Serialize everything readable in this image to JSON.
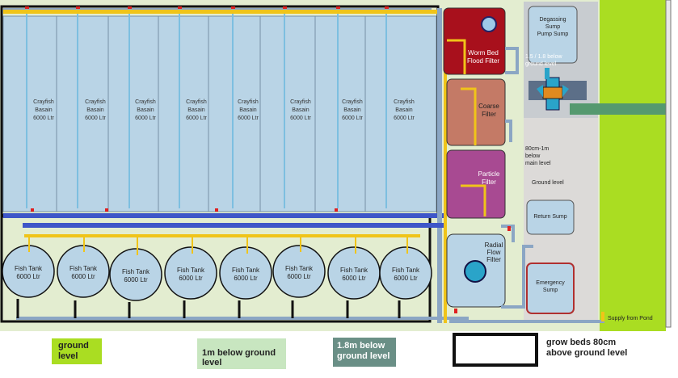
{
  "basins": [
    {
      "lines": [
        "Crayfish",
        "Basain",
        "6000 Ltr"
      ]
    },
    {
      "lines": [
        "Crayfish",
        "Basain",
        "6000 Ltr"
      ]
    },
    {
      "lines": [
        "Crayfish",
        "Basain",
        "6000 Ltr"
      ]
    },
    {
      "lines": [
        "Crayfish",
        "Basain",
        "6000 Ltr"
      ]
    },
    {
      "lines": [
        "Crayfish",
        "Basain",
        "6000 Ltr"
      ]
    },
    {
      "lines": [
        "Crayfish",
        "Basain",
        "6000 Ltr"
      ]
    },
    {
      "lines": [
        "Crayfish",
        "Basain",
        "6000 Ltr"
      ]
    },
    {
      "lines": [
        "Crayfish",
        "Basain",
        "6000 Ltr"
      ]
    }
  ],
  "fish_tanks": [
    {
      "lines": [
        "Fish Tank",
        "6000 Ltr"
      ]
    },
    {
      "lines": [
        "Fish Tank",
        "6000 Ltr"
      ]
    },
    {
      "lines": [
        "Fish Tank",
        "6000 Ltr"
      ]
    },
    {
      "lines": [
        "Fish Tank",
        "6000 Ltr"
      ]
    },
    {
      "lines": [
        "Fish Tank",
        "6000 Ltr"
      ]
    },
    {
      "lines": [
        "Fish Tank",
        "6000 Ltr"
      ]
    },
    {
      "lines": [
        "Fish Tank",
        "6000 Ltr"
      ]
    },
    {
      "lines": [
        "Fish Tank",
        "6000 Ltr"
      ]
    }
  ],
  "filters": {
    "worm": [
      "Worm Bed",
      "Flood Filter"
    ],
    "coarse": [
      "Coarse",
      "Filter"
    ],
    "particle": [
      "Particle",
      "Filter"
    ],
    "radial": [
      "Radial",
      "Flow",
      "Filter"
    ]
  },
  "sumps": {
    "degassing": [
      "Degassing",
      "Sump",
      "Pump Sump"
    ],
    "depth_note": [
      "1.5 / 1.8 below",
      "ground level"
    ],
    "below_note": [
      "80cm-1m",
      "below",
      "main level"
    ],
    "ground_level": "Ground level",
    "return": "Return Sump",
    "emergency": [
      "Emergency",
      "Sump"
    ],
    "supply": "Supply from Pond"
  },
  "legend": {
    "ground": [
      "ground",
      "level"
    ],
    "one_m": [
      "1m below ground",
      "level"
    ],
    "one_eight_m": [
      "1.8m below",
      "ground level"
    ],
    "grow_beds": [
      "grow beds 80cm",
      "above ground level"
    ]
  },
  "colors": {
    "ground": "#aadd22",
    "one_m": "#c8e6c0",
    "one_eight_m": "#6a8f86",
    "basin_fill": "#b9d4e6",
    "pipe_blue": "#3e56c8",
    "pipe_yellow": "#f0c419",
    "pipe_grey": "#8ba6c4",
    "worm": "#a8101c",
    "coarse": "#c47a66",
    "particle": "#a84a92"
  }
}
